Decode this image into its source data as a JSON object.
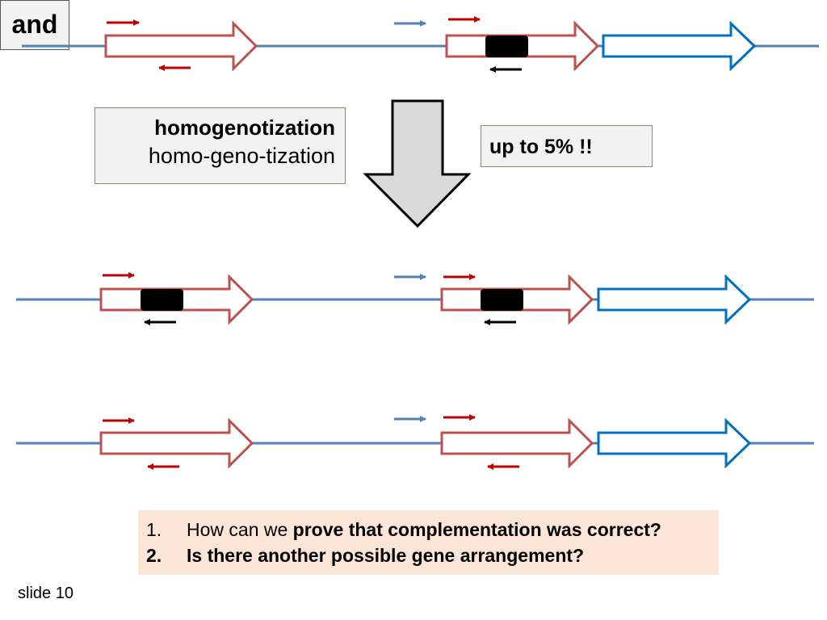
{
  "homo_box": {
    "line1": "homogenotization",
    "line2": "homo-geno-tization"
  },
  "percent_box": {
    "text": "up to 5% !!"
  },
  "and_box": {
    "text": "and"
  },
  "questions": [
    {
      "number": "1.",
      "plain": "How can we ",
      "bold": "prove that complementation was correct?",
      "number_bold": false
    },
    {
      "number": "2.",
      "plain": "",
      "bold": "Is there another possible gene arrangement?",
      "number_bold": true
    }
  ],
  "slide_label": "slide 10",
  "colors": {
    "dna_line": "#4f81bd",
    "red_gene": "#c0504d",
    "blue_gene": "#0070c0",
    "red_primer": "#c00000",
    "blue_primer": "#4f81bd",
    "black": "#000000",
    "down_arrow_fill": "#d9d9d9",
    "question_bg": "#fbe5d6"
  }
}
